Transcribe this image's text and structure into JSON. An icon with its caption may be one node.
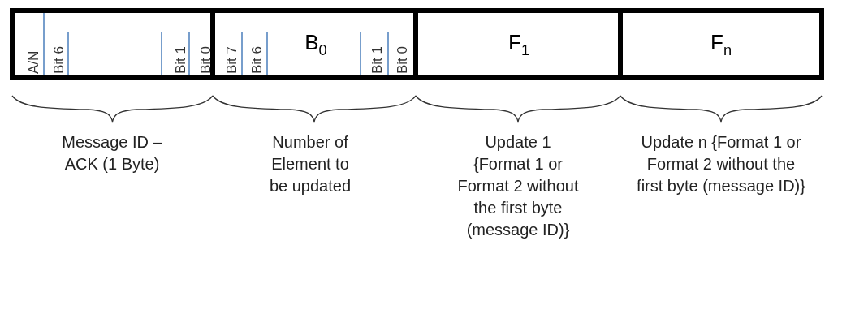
{
  "diagram": {
    "nodes": [
      {
        "text": [
          "A/N",
          "Bit 6",
          "Bit 1",
          "Bit 0"
        ],
        "beside": [
          "Message ID – ACK (1 Byte)"
        ]
      },
      {
        "text": [
          "Bit 7",
          "Bit 6",
          "B$_{0}$",
          "Bit 1",
          "Bit 0"
        ],
        "beside": [
          "Number of Element to be updated"
        ]
      },
      {
        "text": [
          "F$_{1}$"
        ],
        "beside": [
          "Update 1 {Format 1 or Format 2 without the first byte (message ID)}"
        ]
      },
      {
        "text": [
          "F$_{n}$"
        ],
        "beside": [
          "Update n {Format 1 or Format 2 without the first byte (message ID)}"
        ]
      }
    ]
  }
}
